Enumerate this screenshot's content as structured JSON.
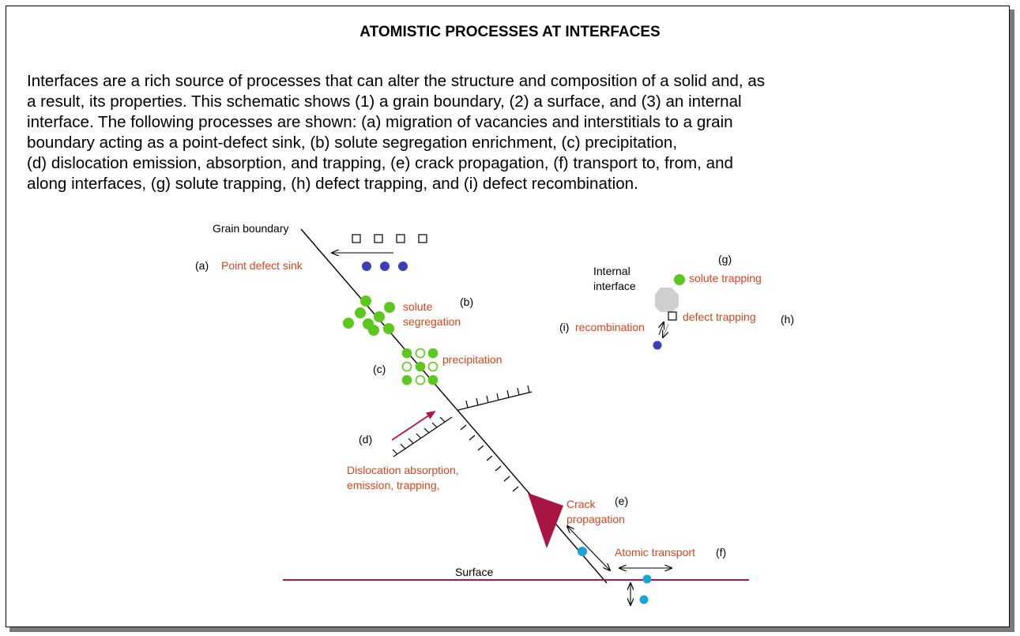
{
  "title": "ATOMISTIC PROCESSES AT INTERFACES",
  "body_text": "Interfaces are a rich source of processes that can alter the structure and composition of a solid and, as\na result, its properties. This schematic shows (1) a grain boundary, (2) a surface, and (3) an internal\ninterface. The following processes are shown: (a) migration of vacancies and interstitials to a grain\nboundary acting as a point-defect sink, (b) solute segregation enrichment, (c) precipitation,\n(d) dislocation emission, absorption, and trapping, (e) crack propagation, (f) transport to, from, and\nalong interfaces, (g) solute trapping, (h) defect trapping, and (i) defect recombination.",
  "diagram": {
    "grain_boundary": "Grain boundary",
    "surface": "Surface",
    "internal_interface_line1": "Internal",
    "internal_interface_line2": "interface",
    "a_tag": "(a)",
    "a_label": "Point defect sink",
    "b_tag": "(b)",
    "b_label_line1": "solute",
    "b_label_line2": "segregation",
    "c_tag": "(c)",
    "c_label": "precipitation",
    "d_tag": "(d)",
    "d_label_line1": "Dislocation absorption,",
    "d_label_line2": "emission, trapping,",
    "e_tag": "(e)",
    "e_label_line1": "Crack",
    "e_label_line2": "propagation",
    "f_tag": "(f)",
    "f_label": "Atomic transport",
    "g_tag": "(g)",
    "g_label": "solute trapping",
    "h_tag": "(h)",
    "h_label": "defect trapping",
    "i_tag": "(i)",
    "i_label": "recombination"
  },
  "colors": {
    "label_red": "#d9441c",
    "solute_green": "#5cc71c",
    "vacancy_blue": "#3a3fb5",
    "transport_cyan": "#1aa3d6",
    "surface_crimson": "#b3134a",
    "precipitate_gray": "#cfcfcf"
  }
}
